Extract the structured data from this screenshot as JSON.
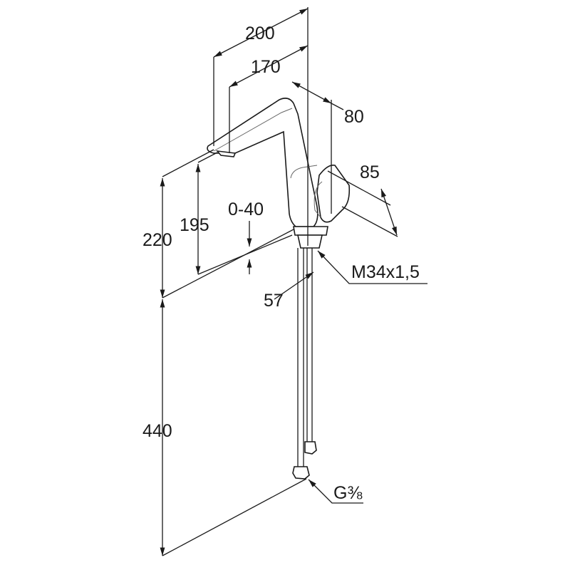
{
  "drawing": {
    "title": "Faucet dimension drawing",
    "dimensions": {
      "width_total": "200",
      "spout_reach": "170",
      "body_depth": "80",
      "handle": "85",
      "height_total": "220",
      "spout_height": "195",
      "deck_thickness": "0-40",
      "hole": "57",
      "thread": "M34x1,5",
      "hose_length": "440",
      "connection": "G⅜"
    },
    "line_color": "#1a1a1a"
  }
}
